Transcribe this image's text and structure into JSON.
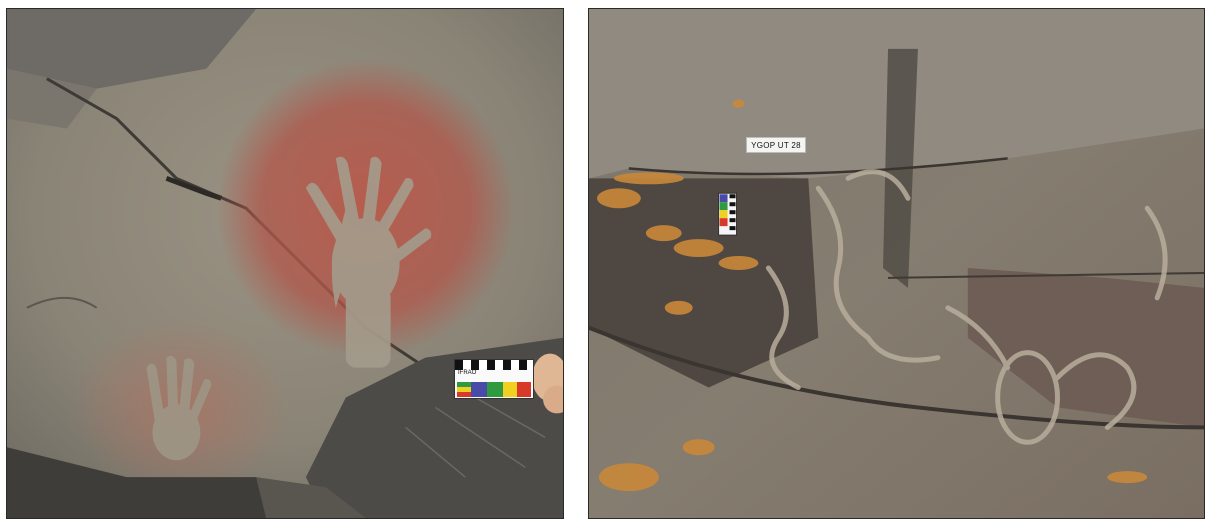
{
  "photos": [
    {
      "name": "left",
      "subject": "red hand stencils on rock surface",
      "scale_card_text": "IFRAO"
    },
    {
      "name": "right",
      "subject": "engraved petroglyph lines on lichen-covered rock",
      "tag_text": "YGOP UT 28"
    }
  ],
  "colors": {
    "rock_gray": "#8b8576",
    "rock_dark": "#4a4844",
    "ochre_red": "#b0574a",
    "lichen_orange": "#c9883a",
    "scale_blue": "#4a4aa8",
    "scale_green": "#2f9a3f",
    "scale_yellow": "#f0d020",
    "scale_red": "#d83a2a"
  }
}
